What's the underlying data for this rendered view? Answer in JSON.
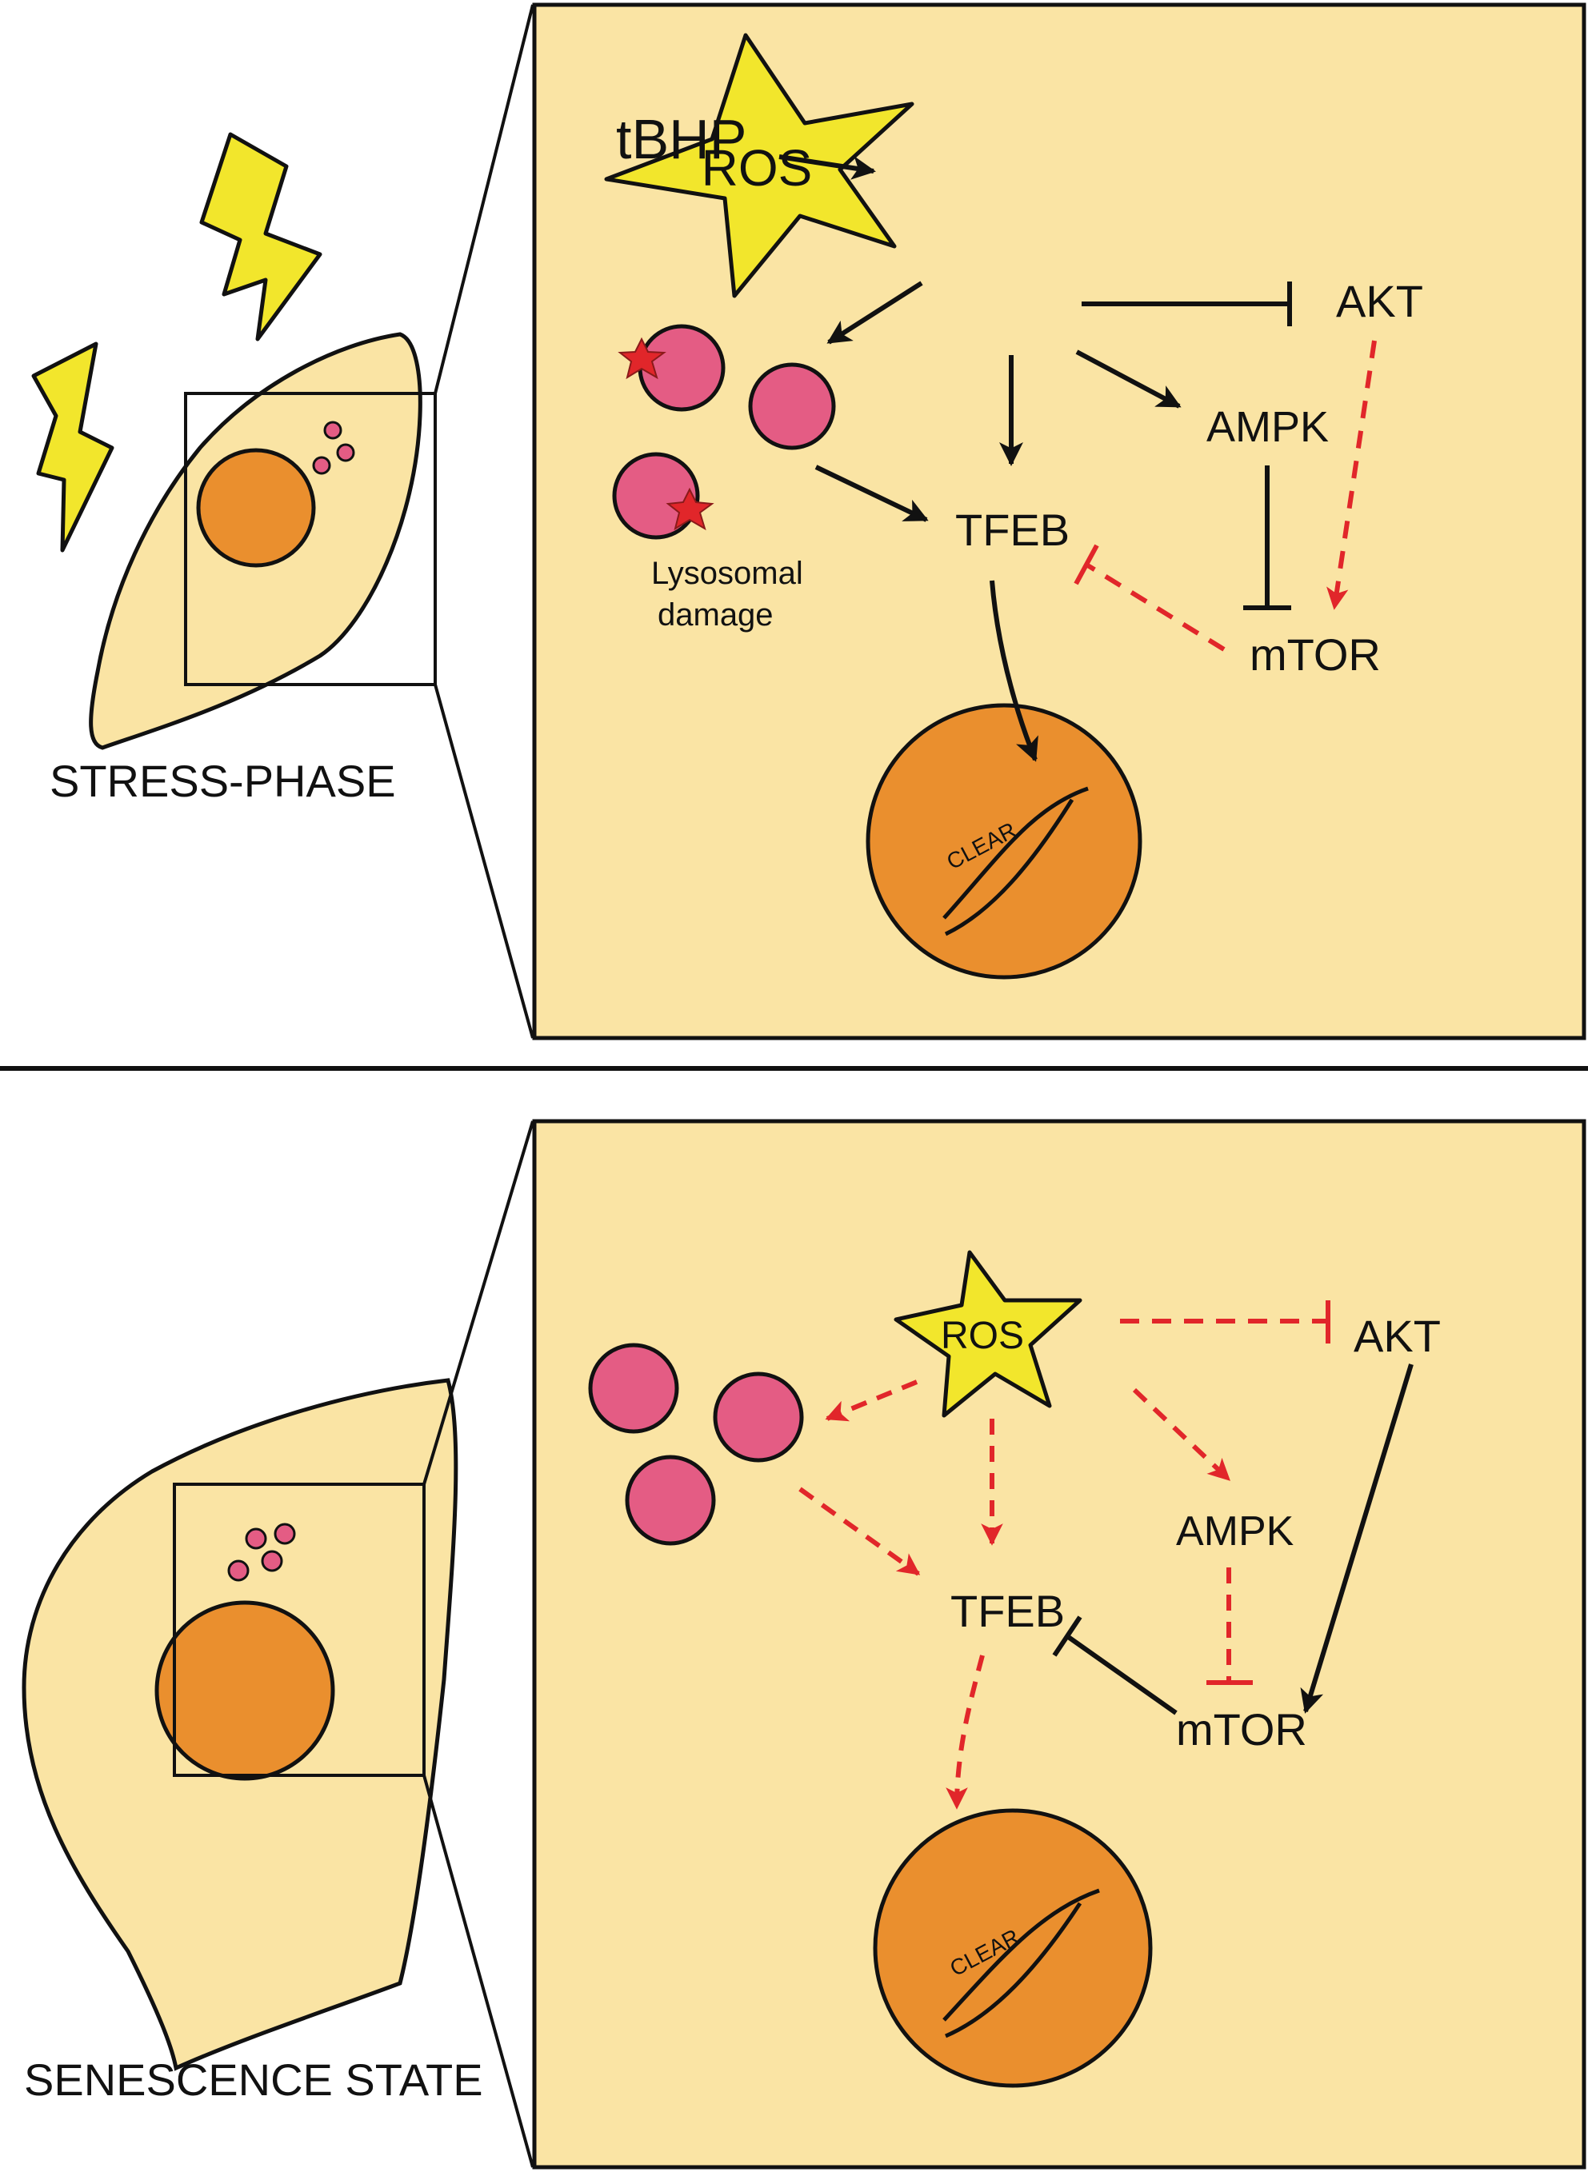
{
  "colors": {
    "cell_fill": "#fae4a4",
    "nucleus_fill": "#ea8f2e",
    "lysosome_fill": "#e45c84",
    "ros_fill": "#f2e62c",
    "bolt_fill": "#f2e62c",
    "damage_star_fill": "#e1262a",
    "inhibited_path": "#e1262a",
    "active_path": "#111111"
  },
  "icons": {
    "stress": "lightning-bolt-icon",
    "damage": "star-icon"
  },
  "panels": {
    "stress": {
      "caption": "STRESS-PHASE",
      "labels": {
        "tbhp": "tBHP",
        "ros": "ROS",
        "akt": "AKT",
        "ampk": "AMPK",
        "tfeb": "TFEB",
        "mtor": "mTOR",
        "damage_line1": "Lysosomal",
        "damage_line2": "damage",
        "clear": "CLEAR"
      }
    },
    "senescence": {
      "caption": "SENESCENCE STATE",
      "labels": {
        "ros": "ROS",
        "akt": "AKT",
        "ampk": "AMPK",
        "tfeb": "TFEB",
        "mtor": "mTOR",
        "clear": "CLEAR"
      }
    }
  }
}
